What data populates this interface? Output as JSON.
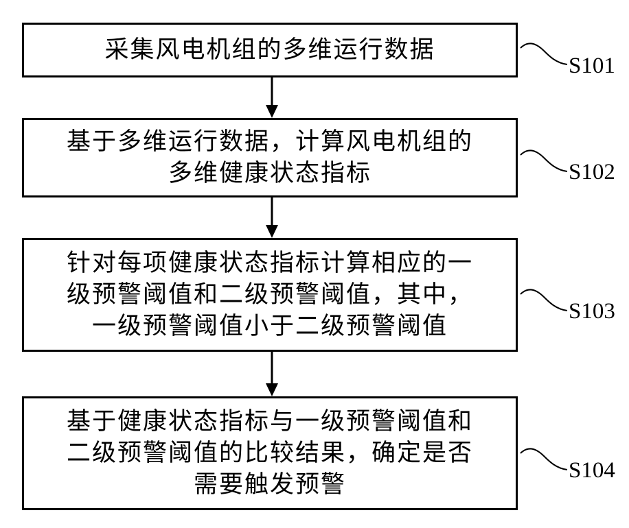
{
  "steps": [
    {
      "id": "S101",
      "lines": [
        "采集风电机组的多维运行数据"
      ]
    },
    {
      "id": "S102",
      "lines": [
        "基于多维运行数据，计算风电机组的",
        "多维健康状态指标"
      ]
    },
    {
      "id": "S103",
      "lines": [
        "针对每项健康状态指标计算相应的一",
        "级预警阈值和二级预警阈值，其中，",
        "一级预警阈值小于二级预警阈值"
      ]
    },
    {
      "id": "S104",
      "lines": [
        "基于健康状态指标与一级预警阈值和",
        "二级预警阈值的比较结果，确定是否",
        "需要触发预警"
      ]
    }
  ]
}
